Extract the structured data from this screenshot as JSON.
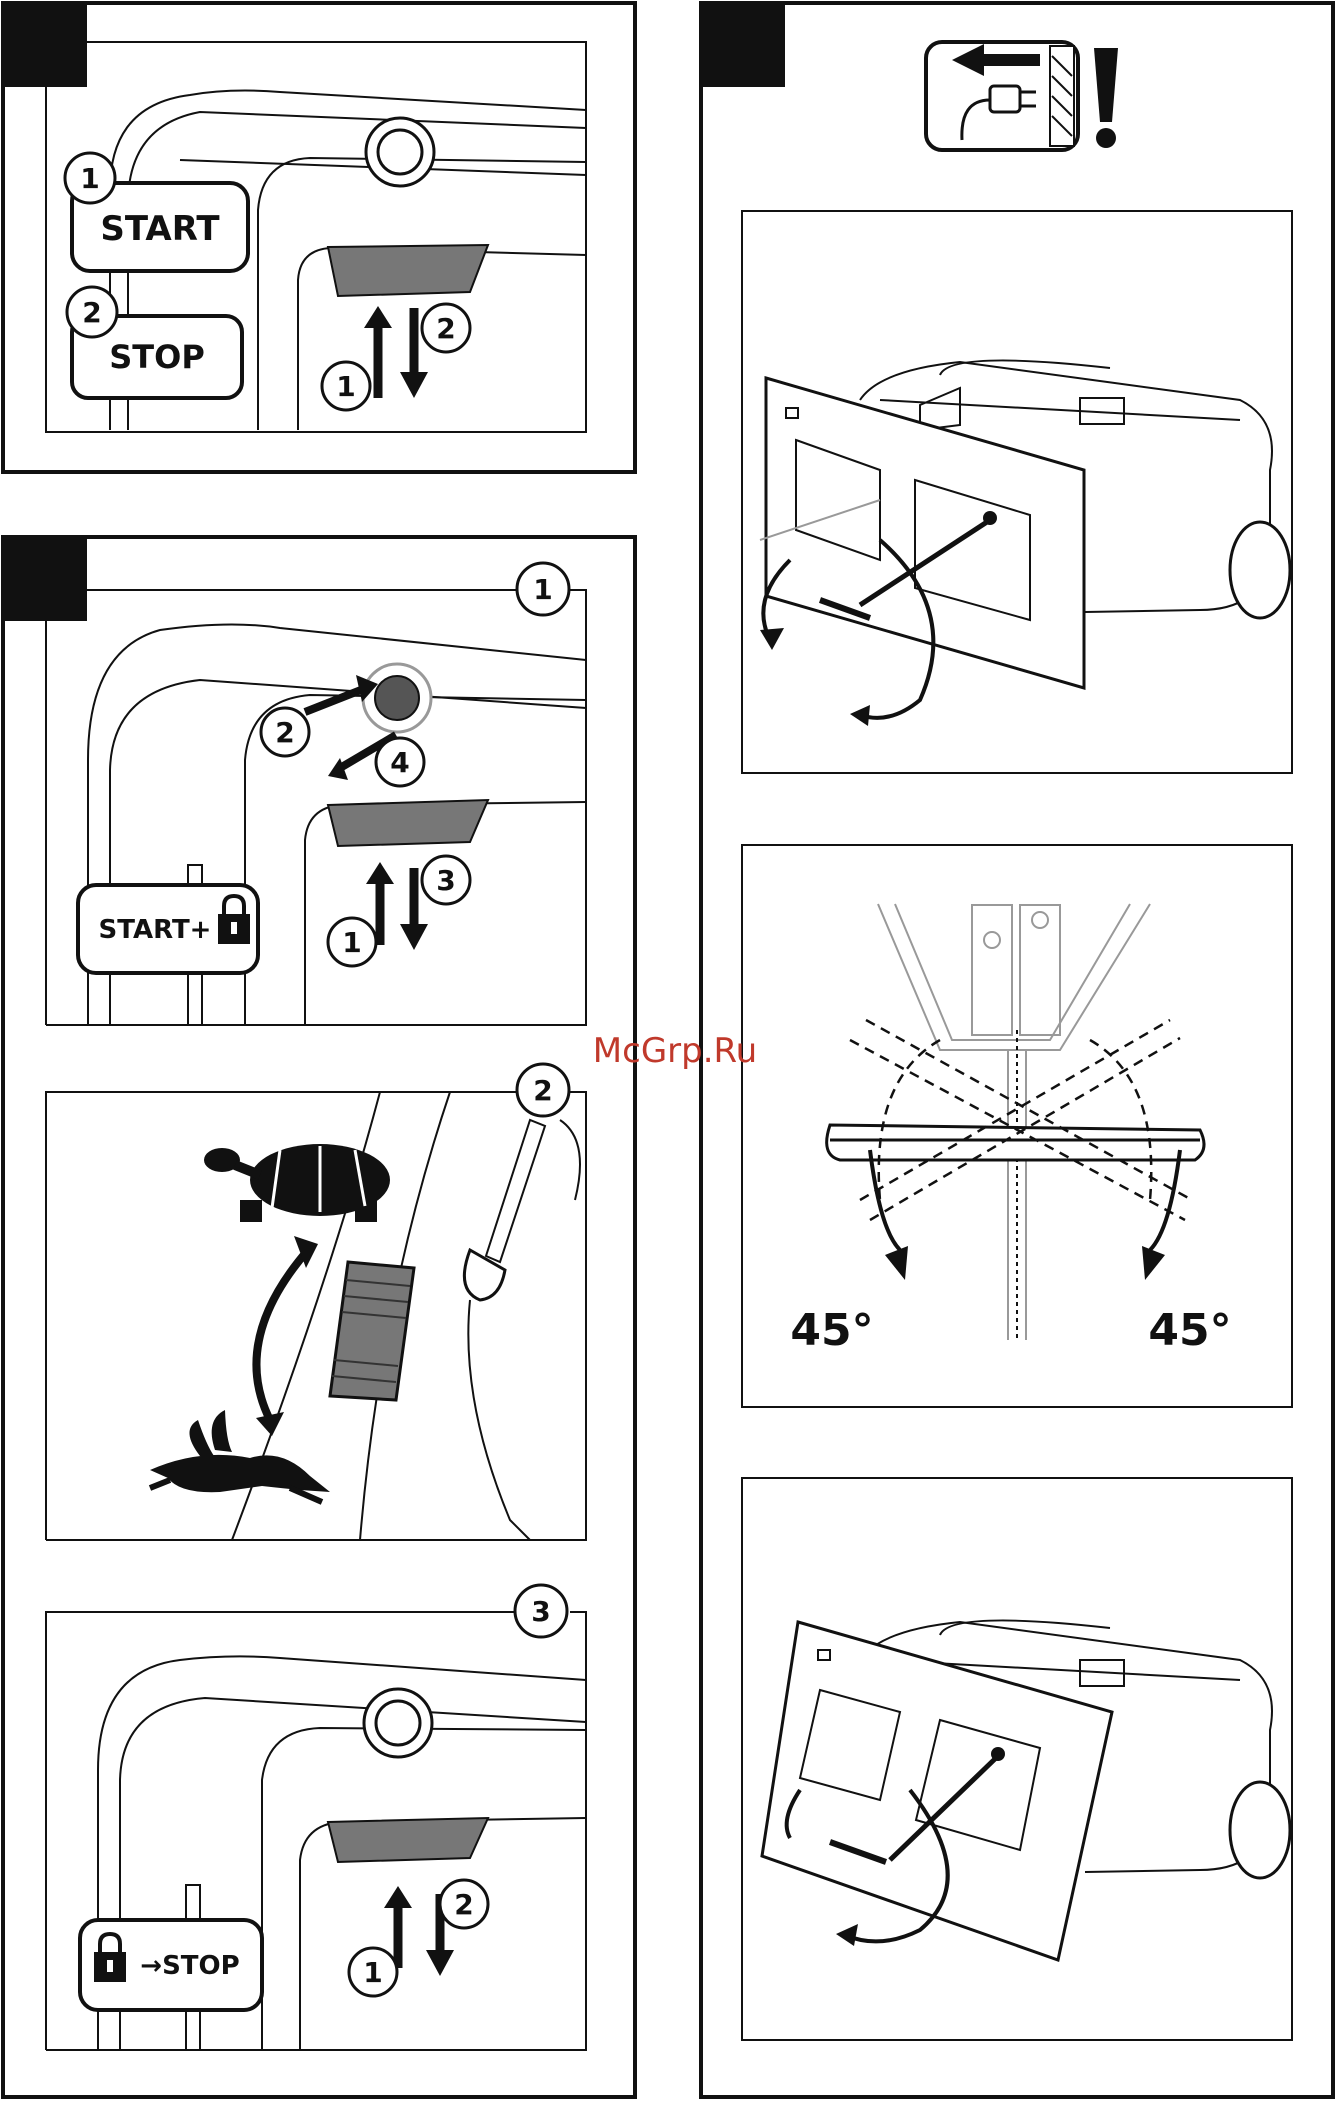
{
  "labels": {
    "start": "START",
    "stop": "STOP",
    "start_lock": "START+",
    "lock_stop": "→STOP",
    "angle_left": "45°",
    "angle_right": "45°"
  },
  "numbers": {
    "one": "1",
    "two": "2",
    "three": "3",
    "four": "4"
  },
  "watermark": "McGrp.Ru"
}
